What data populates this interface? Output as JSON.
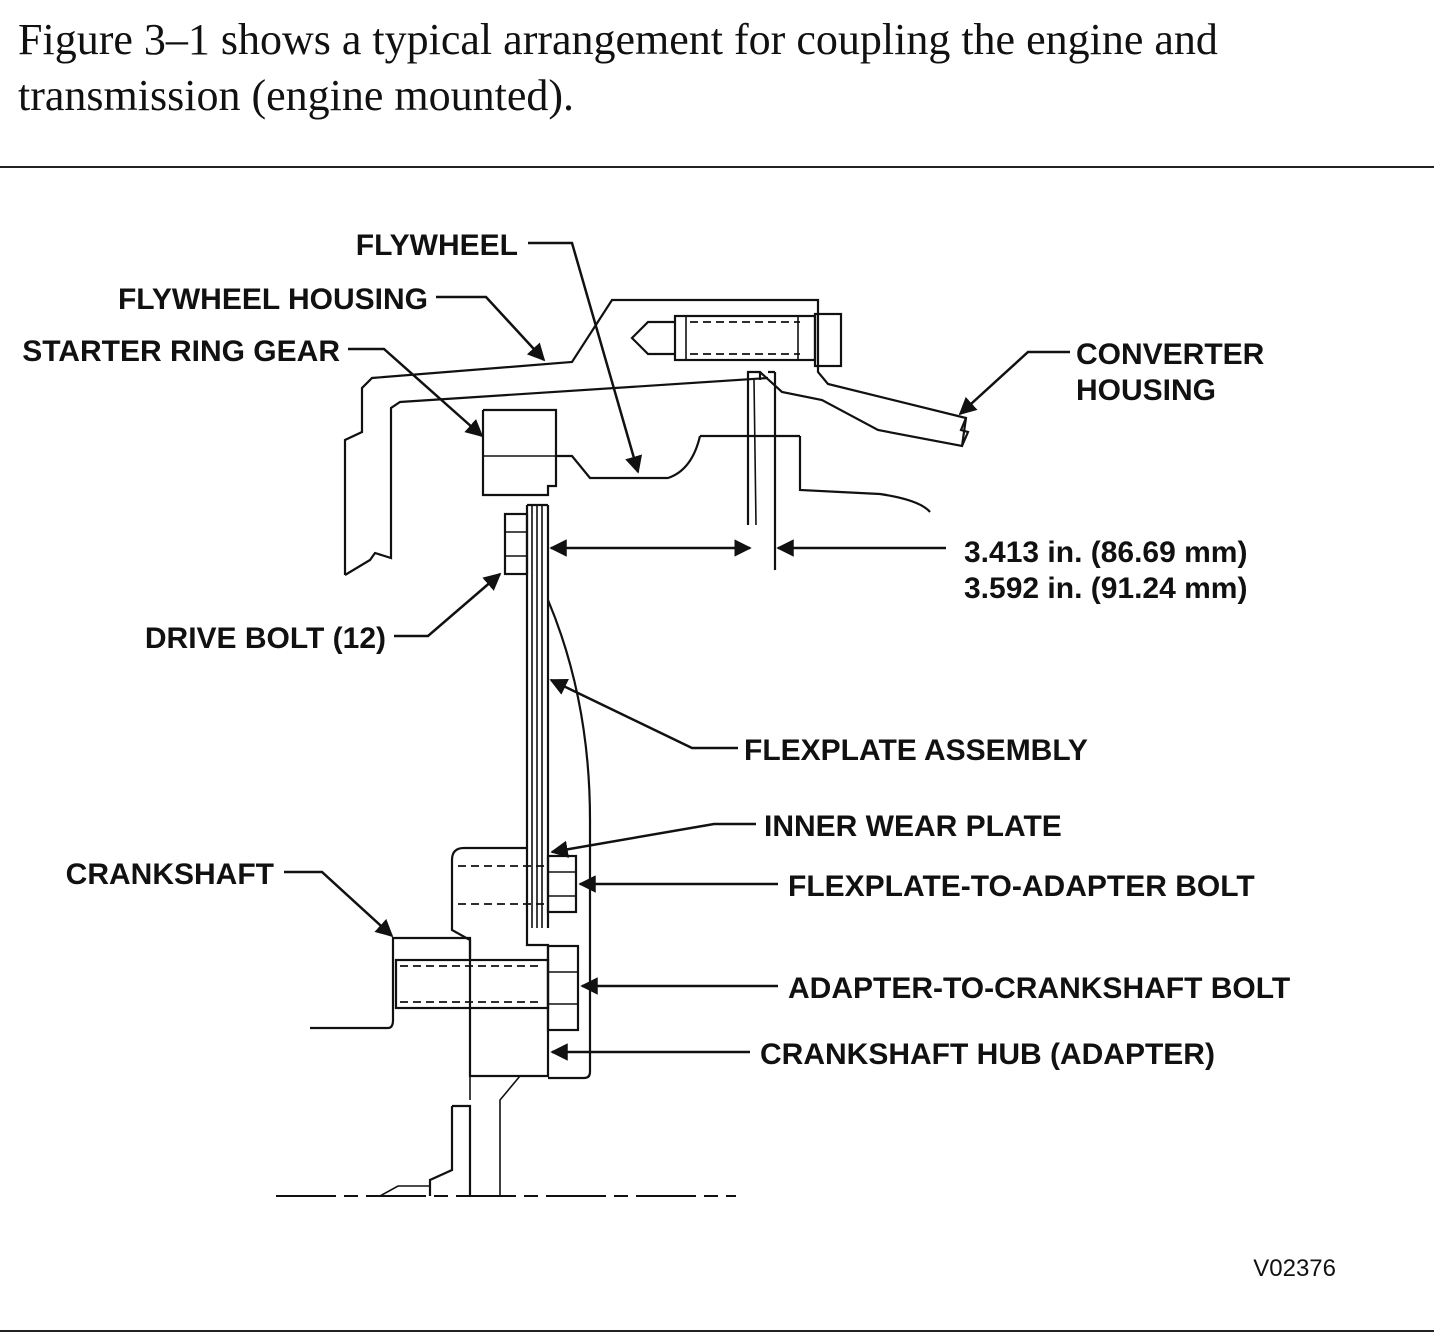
{
  "intro_text": "Figure 3–1 shows a typical arrangement for coupling the engine and transmission (engine mounted).",
  "labels": {
    "flywheel": "FLYWHEEL",
    "flywheel_housing": "FLYWHEEL HOUSING",
    "starter_ring_gear": "STARTER RING GEAR",
    "converter_housing_1": "CONVERTER",
    "converter_housing_2": "HOUSING",
    "dimension_1": "3.413 in. (86.69 mm)",
    "dimension_2": "3.592 in. (91.24 mm)",
    "drive_bolt": "DRIVE BOLT (12)",
    "flexplate_assembly": "FLEXPLATE ASSEMBLY",
    "inner_wear_plate": "INNER WEAR PLATE",
    "crankshaft": "CRANKSHAFT",
    "flexplate_to_adapter_bolt": "FLEXPLATE-TO-ADAPTER BOLT",
    "adapter_to_crankshaft_bolt": "ADAPTER-TO-CRANKSHAFT BOLT",
    "crankshaft_hub": "CRANKSHAFT HUB (ADAPTER)"
  },
  "figure_code": "V02376"
}
